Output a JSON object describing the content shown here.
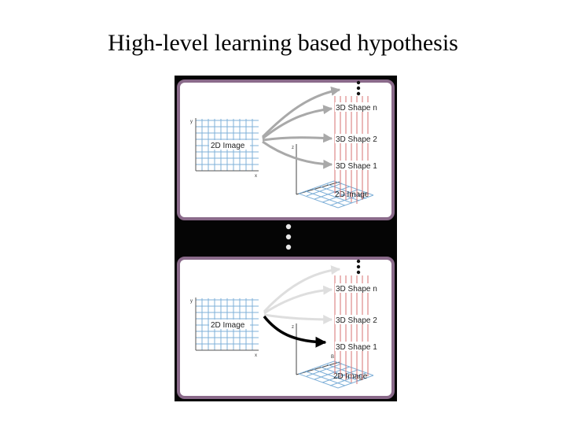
{
  "slide": {
    "title": "High-level learning based hypothesis"
  },
  "diagram": {
    "top_panel": {
      "image_label": "2D Image",
      "plane_label": "2D Image",
      "shapes": [
        "3D Shape n",
        "3D Shape 2",
        "3D Shape 1"
      ],
      "axis_labels": {
        "y": "y",
        "x": "x",
        "z": "z"
      }
    },
    "bottom_panel": {
      "image_label": "2D Image",
      "plane_label": "2D Image",
      "shapes": [
        "3D Shape n",
        "3D Shape 2",
        "3D Shape 1"
      ],
      "axis_labels": {
        "y": "y",
        "x": "x",
        "z": "z"
      },
      "marker_label": "B"
    },
    "colors": {
      "frame": "#050505",
      "panel_border": "#8a6a8a",
      "grid": "#7fb0d8",
      "red_line": "#d77070",
      "arrow_gray": "#a9a9a9",
      "arrow_light": "#dedede",
      "arrow_selected": "#000000"
    }
  }
}
